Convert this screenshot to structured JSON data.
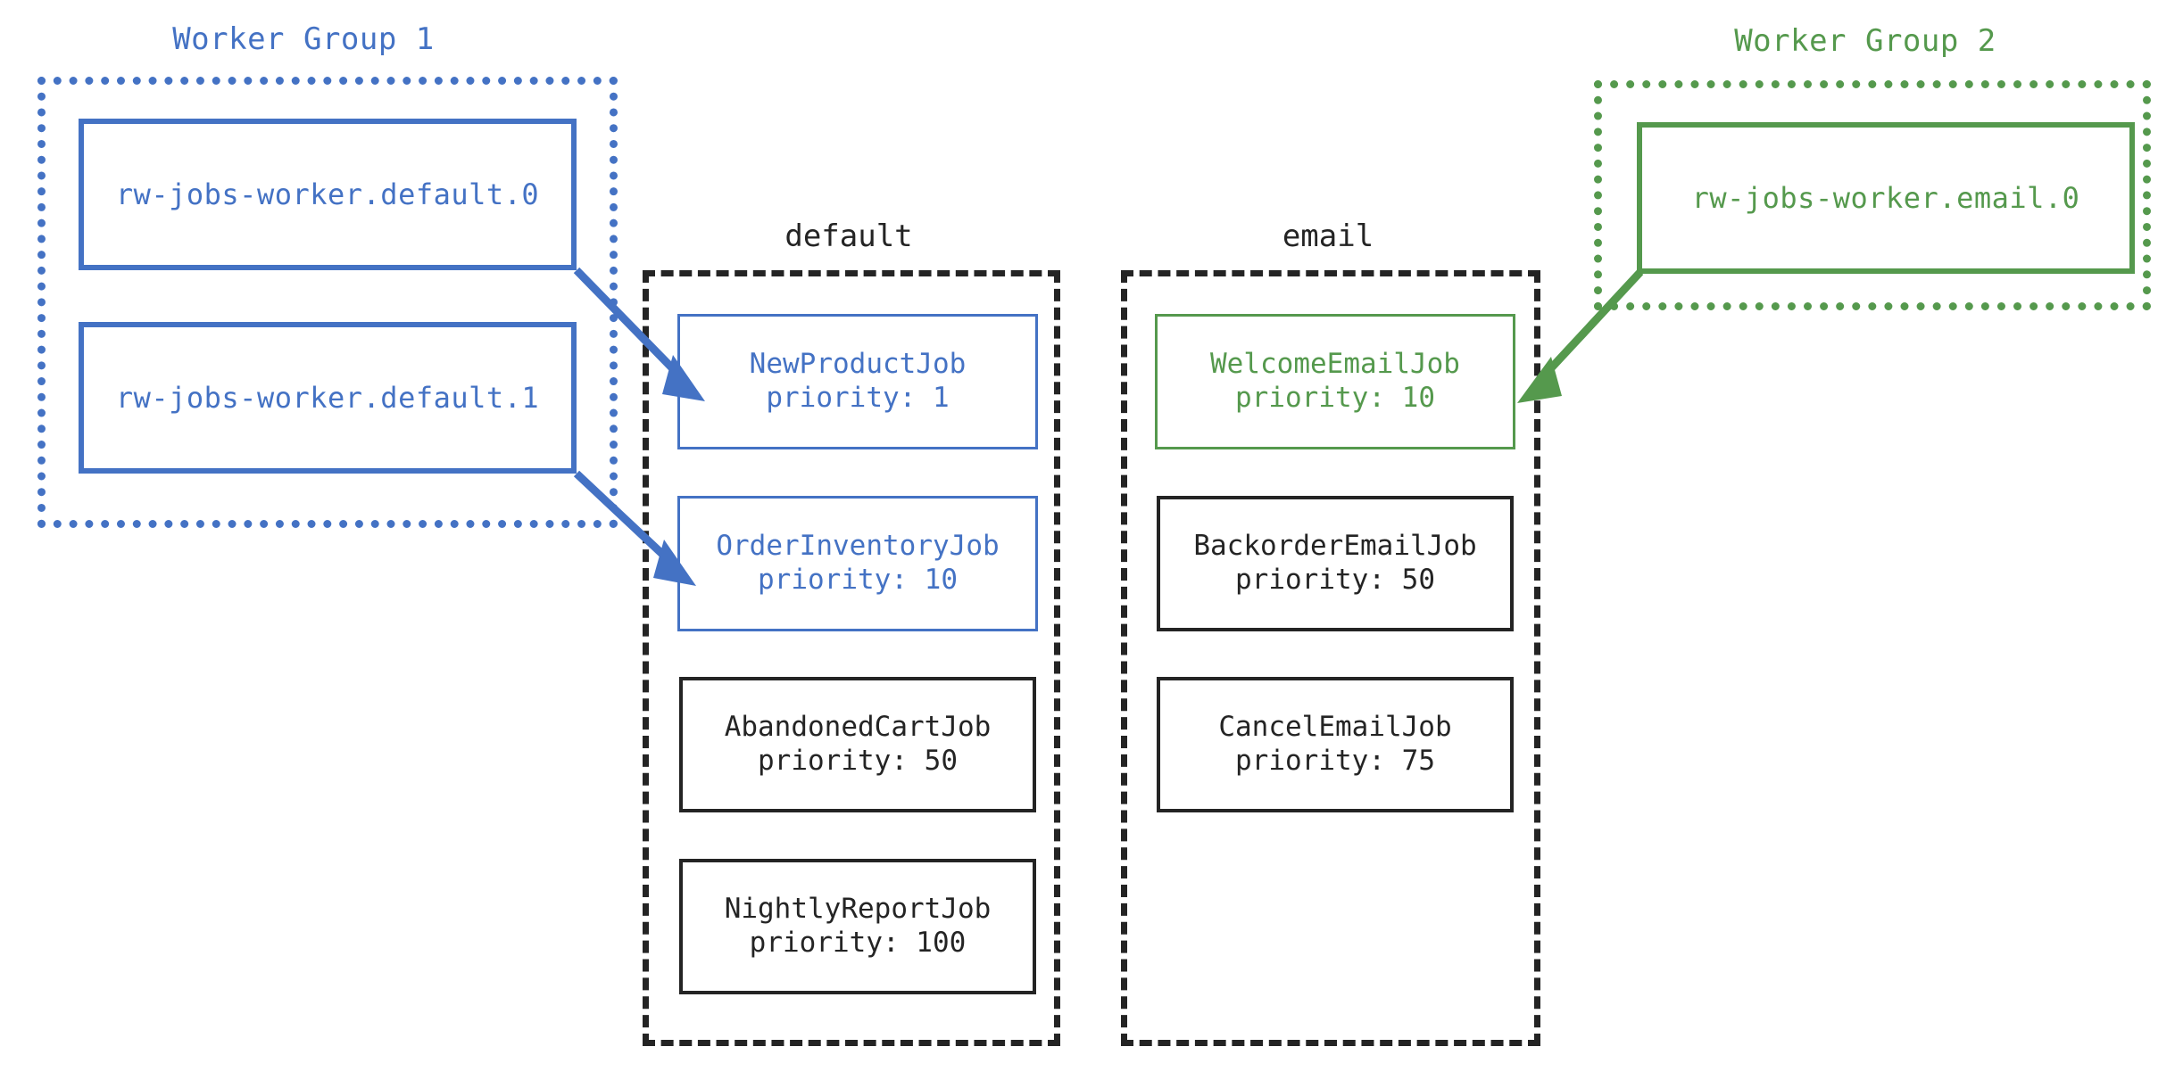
{
  "diagram": {
    "title_bar": null,
    "colors": {
      "blue": "#4472c4",
      "green": "#55994d",
      "black": "#242424",
      "background": "#ffffff"
    },
    "worker_groups": [
      {
        "title": "Worker Group 1",
        "color": "#4472c4",
        "workers": [
          {
            "label": "rw-jobs-worker.default.0"
          },
          {
            "label": "rw-jobs-worker.default.1"
          }
        ]
      },
      {
        "title": "Worker Group 2",
        "color": "#55994d",
        "workers": [
          {
            "label": "rw-jobs-worker.email.0"
          }
        ]
      }
    ],
    "queues": [
      {
        "name": "default",
        "jobs": [
          {
            "name": "NewProductJob",
            "priority": "priority: 1",
            "highlight": "blue"
          },
          {
            "name": "OrderInventoryJob",
            "priority": "priority: 10",
            "highlight": "blue"
          },
          {
            "name": "AbandonedCartJob",
            "priority": "priority: 50",
            "highlight": "none"
          },
          {
            "name": "NightlyReportJob",
            "priority": "priority: 100",
            "highlight": "none"
          }
        ]
      },
      {
        "name": "email",
        "jobs": [
          {
            "name": "WelcomeEmailJob",
            "priority": "priority: 10",
            "highlight": "green"
          },
          {
            "name": "BackorderEmailJob",
            "priority": "priority: 50",
            "highlight": "none"
          },
          {
            "name": "CancelEmailJob",
            "priority": "priority: 75",
            "highlight": "none"
          }
        ]
      }
    ],
    "connections": [
      {
        "from": "rw-jobs-worker.default.0",
        "to": "NewProductJob",
        "color": "#4472c4"
      },
      {
        "from": "rw-jobs-worker.default.1",
        "to": "OrderInventoryJob",
        "color": "#4472c4"
      },
      {
        "from": "rw-jobs-worker.email.0",
        "to": "WelcomeEmailJob",
        "color": "#55994d"
      }
    ]
  }
}
